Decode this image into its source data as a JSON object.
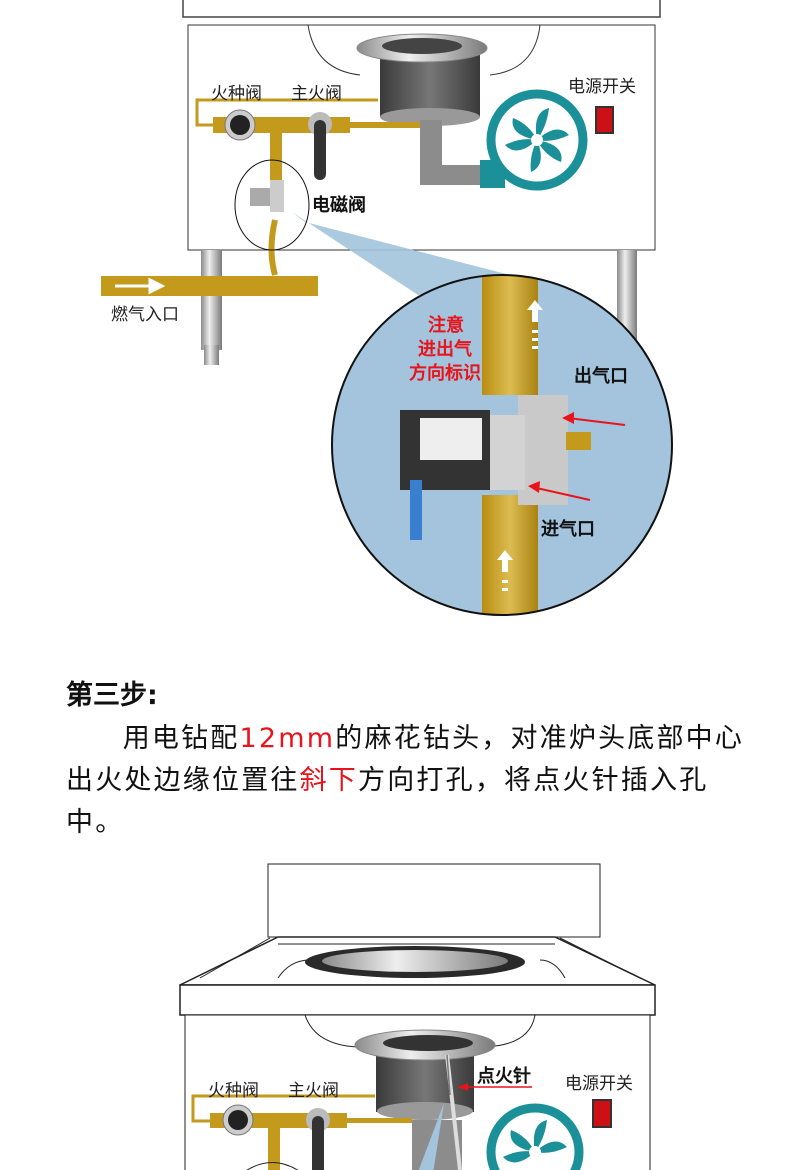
{
  "diagram1": {
    "labels": {
      "pilot_valve": "火种阀",
      "main_valve": "主火阀",
      "power_switch": "电源开关",
      "solenoid_valve": "电磁阀",
      "gas_inlet": "燃气入口",
      "outlet": "出气口",
      "inlet": "进气口"
    },
    "notice": [
      "注意",
      "进出气",
      "方向标识"
    ]
  },
  "step3": {
    "title": "第三步:",
    "line_parts": [
      {
        "text": "用电钻配",
        "highlight": false
      },
      {
        "text": "12mm",
        "highlight": true
      },
      {
        "text": "的麻花钻头，对准炉头底部中心出火处边缘位置往",
        "highlight": false
      },
      {
        "text": "斜下",
        "highlight": true
      },
      {
        "text": "方向打孔，将点火针插入孔中。",
        "highlight": false
      }
    ]
  },
  "diagram2": {
    "labels": {
      "pilot_valve": "火种阀",
      "main_valve": "主火阀",
      "power_switch": "电源开关",
      "igniter": "点火针"
    }
  },
  "colors": {
    "accent": "#e8141b",
    "brass": "#c39a1c",
    "fan": "#1b9099",
    "magnifier": "#a3c4dc"
  }
}
